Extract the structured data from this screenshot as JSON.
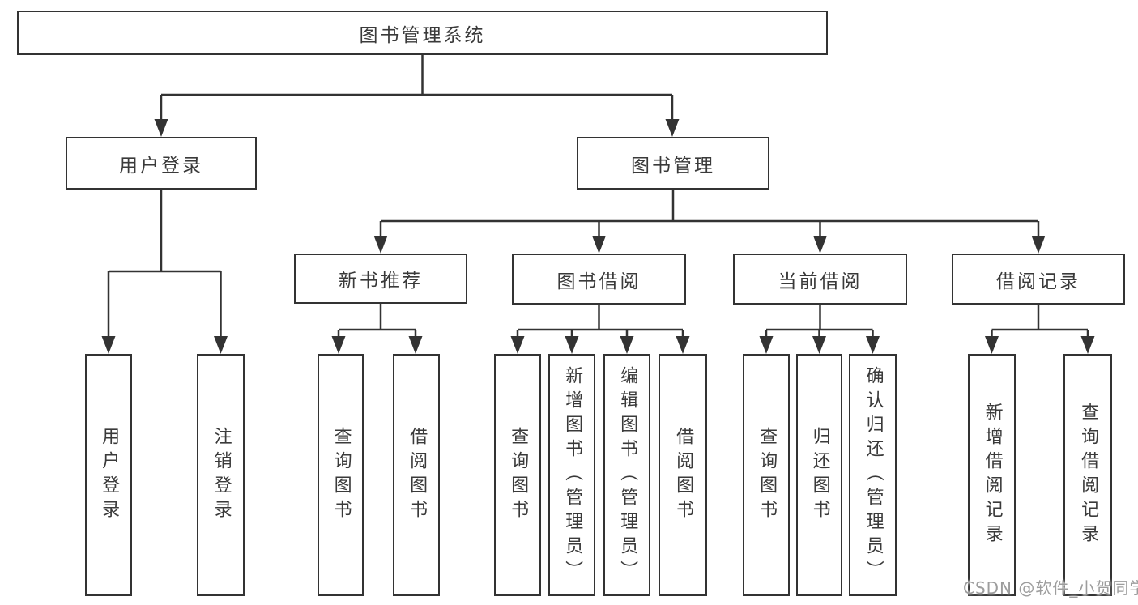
{
  "tree": {
    "root": {
      "label": "图书管理系统"
    },
    "branches": [
      {
        "label": "用户登录",
        "children": [
          {
            "label": "用户登录"
          },
          {
            "label": "注销登录"
          }
        ]
      },
      {
        "label": "图书管理",
        "children": [
          {
            "label": "新书推荐",
            "children": [
              {
                "label": "查询图书"
              },
              {
                "label": "借阅图书"
              }
            ]
          },
          {
            "label": "图书借阅",
            "children": [
              {
                "label": "查询图书"
              },
              {
                "label": "新增图书（管理员）"
              },
              {
                "label": "编辑图书（管理员）"
              },
              {
                "label": "借阅图书"
              }
            ]
          },
          {
            "label": "当前借阅",
            "children": [
              {
                "label": "查询图书"
              },
              {
                "label": "归还图书"
              },
              {
                "label": "确认归还（管理员）"
              }
            ]
          },
          {
            "label": "借阅记录",
            "children": [
              {
                "label": "新增借阅记录"
              },
              {
                "label": "查询借阅记录"
              }
            ]
          }
        ]
      }
    ]
  },
  "watermark": {
    "text": "CSDN @软件_小贺同学",
    "color": "#9d9d9d"
  },
  "colors": {
    "line": "#333333",
    "box_border": "#333333",
    "text": "#3a3a3a",
    "background": "#ffffff",
    "watermark": "#9d9d9d"
  }
}
